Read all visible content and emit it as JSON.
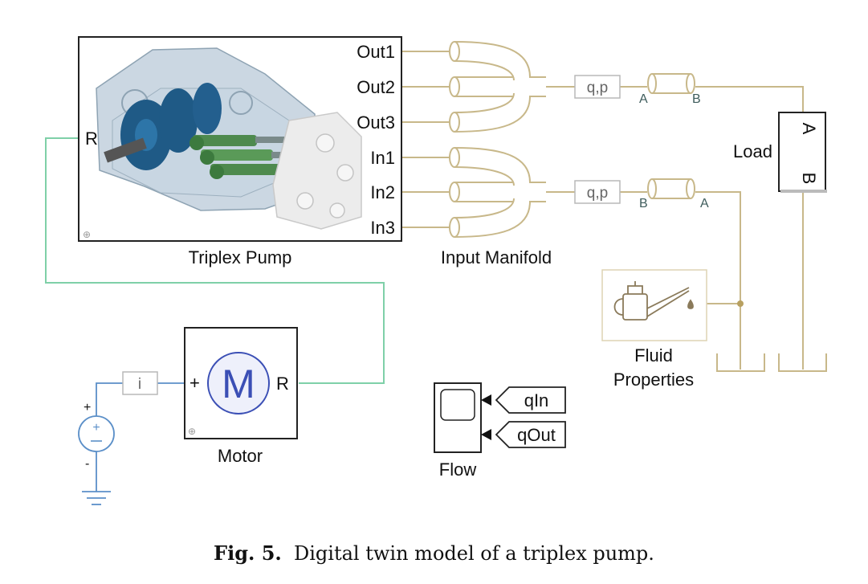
{
  "blocks": {
    "triplex_pump": {
      "name": "Triplex Pump",
      "port_rotation": "R",
      "outputs": [
        "Out1",
        "Out2",
        "Out3"
      ],
      "inputs": [
        "In1",
        "In2",
        "In3"
      ]
    },
    "input_manifold": {
      "name": "Input Manifold"
    },
    "sensor_out": {
      "label": "q,p"
    },
    "sensor_in": {
      "label": "q,p"
    },
    "pipe_out": {
      "port_left": "A",
      "port_right": "B"
    },
    "pipe_in": {
      "port_left": "B",
      "port_right": "A"
    },
    "load": {
      "name": "Load",
      "port_top": "A",
      "port_bottom": "B"
    },
    "fluid_properties": {
      "name_line1": "Fluid",
      "name_line2": "Properties"
    },
    "motor": {
      "name": "Motor",
      "symbol": "M",
      "port_plus": "+",
      "port_rotation": "R"
    },
    "current_sensor": {
      "label": "i"
    },
    "voltage_source": {
      "plus": "+",
      "minus": "-"
    },
    "scope": {
      "name": "Flow",
      "tags": [
        "qIn",
        "qOut"
      ]
    }
  },
  "caption": {
    "prefix": "Fig. 5.",
    "text": "Digital twin model of a triplex pump."
  },
  "colors": {
    "hydraulic_line": "#c8b88a",
    "mechanical_line": "#7fd0a8",
    "electrical_line": "#5b8fc8",
    "motor_symbol": "#3b4fb5",
    "pump_blue": "#1f5a86",
    "pump_green": "#4e8a4e",
    "pump_grey_body": "#a8bccb"
  },
  "icons": [
    "pump-3d-model-icon",
    "motor-icon",
    "fluid-oil-can-icon",
    "scope-icon",
    "voltage-source-icon",
    "ground-icon",
    "pipe-icon"
  ]
}
